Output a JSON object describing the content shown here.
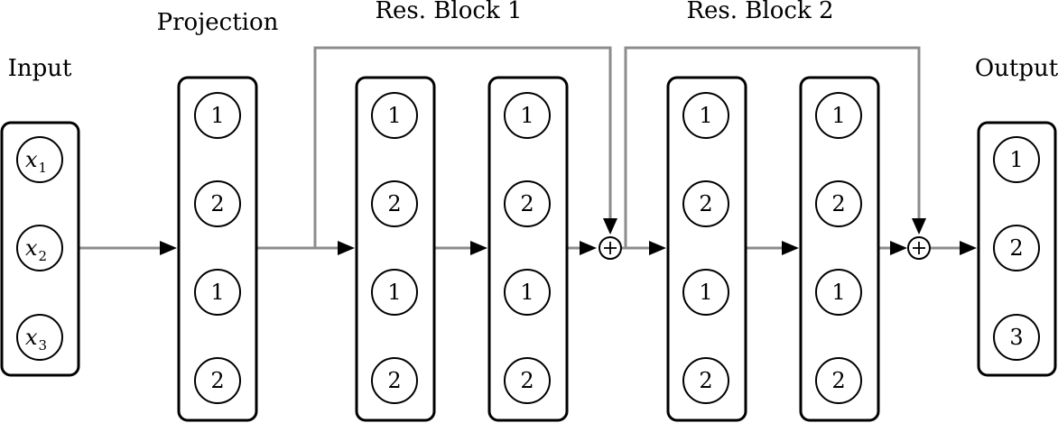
{
  "diagram": {
    "labels": {
      "input": "Input",
      "projection": "Projection",
      "res_block_1": "Res. Block 1",
      "res_block_2": "Res. Block 2",
      "output": "Output"
    },
    "input_nodes": [
      {
        "base": "x",
        "sub": "1"
      },
      {
        "base": "x",
        "sub": "2"
      },
      {
        "base": "x",
        "sub": "3"
      }
    ],
    "projection_nodes": [
      "1",
      "2",
      "1",
      "2"
    ],
    "res_block_1_layer_1_nodes": [
      "1",
      "2",
      "1",
      "2"
    ],
    "res_block_1_layer_2_nodes": [
      "1",
      "2",
      "1",
      "2"
    ],
    "res_block_2_layer_1_nodes": [
      "1",
      "2",
      "1",
      "2"
    ],
    "res_block_2_layer_2_nodes": [
      "1",
      "2",
      "1",
      "2"
    ],
    "output_nodes": [
      "1",
      "2",
      "3"
    ],
    "colors": {
      "connection": "#8c8c8c",
      "outline": "#000000"
    }
  }
}
